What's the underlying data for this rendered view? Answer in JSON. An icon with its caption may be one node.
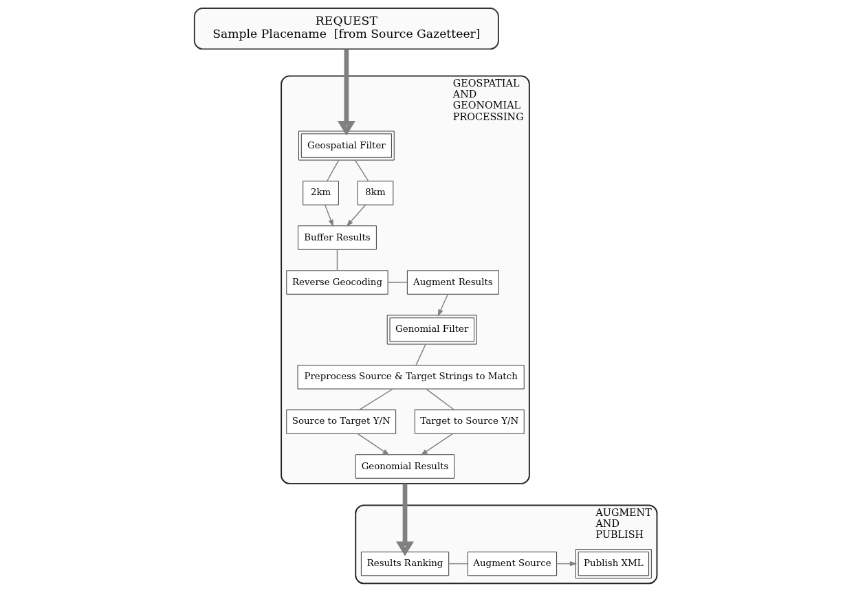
{
  "diagram": {
    "nodes": [
      {
        "text": [
          "REQUEST",
          "Sample Placename  [from Source Gazetteer]"
        ]
      },
      {
        "text": [
          "GEOSPATIAL AND GEONOMIAL PROCESSING"
        ]
      },
      {
        "text": [
          "Geospatial Filter"
        ],
        "in": 1
      },
      {
        "text": [
          "2km"
        ],
        "in": 1
      },
      {
        "text": [
          "8km"
        ],
        "in": 1
      },
      {
        "text": [
          "Buffer Results"
        ],
        "in": 1
      },
      {
        "text": [
          "Augment Results"
        ],
        "in": 1
      },
      {
        "text": [
          "Reverse Geocoding"
        ],
        "in": 1
      },
      {
        "text": [
          "Genomial Filter"
        ],
        "in": 1
      },
      {
        "text": [
          "Preprocess Source & Target Strings to Match"
        ],
        "in": 1
      },
      {
        "text": [
          "Source to Target Y/N"
        ],
        "in": 1
      },
      {
        "text": [
          "Target to Source Y/N"
        ],
        "in": 1
      },
      {
        "text": [
          "Geonomial Results"
        ],
        "in": 1
      },
      {
        "text": [
          "AUGMENT AND PUBLISH"
        ]
      },
      {
        "text": [
          "Results Ranking"
        ],
        "in": 13
      },
      {
        "text": [
          "Augment Source"
        ],
        "in": 13
      },
      {
        "text": [
          "Publish XML"
        ],
        "in": 13
      }
    ],
    "edges": [
      {
        "from": 0,
        "to": 2,
        "arrow": "to",
        "style": "thick"
      },
      {
        "from": 2,
        "to": 3,
        "arrow": "none"
      },
      {
        "from": 2,
        "to": 4,
        "arrow": "none"
      },
      {
        "from": 3,
        "to": 5,
        "arrow": "to"
      },
      {
        "from": 4,
        "to": 5,
        "arrow": "to"
      },
      {
        "from": 5,
        "to": 7,
        "arrow": "none"
      },
      {
        "from": 7,
        "to": 6,
        "arrow": "none"
      },
      {
        "from": 6,
        "to": 8,
        "arrow": "to"
      },
      {
        "from": 8,
        "to": 9,
        "arrow": "none"
      },
      {
        "from": 9,
        "to": 10,
        "arrow": "none"
      },
      {
        "from": 9,
        "to": 11,
        "arrow": "none"
      },
      {
        "from": 10,
        "to": 12,
        "arrow": "to"
      },
      {
        "from": 11,
        "to": 12,
        "arrow": "to"
      },
      {
        "from": 1,
        "to": 14,
        "arrow": "to",
        "style": "thick"
      },
      {
        "from": 14,
        "to": 15,
        "arrow": "none"
      },
      {
        "from": 15,
        "to": 16,
        "arrow": "to"
      }
    ]
  }
}
